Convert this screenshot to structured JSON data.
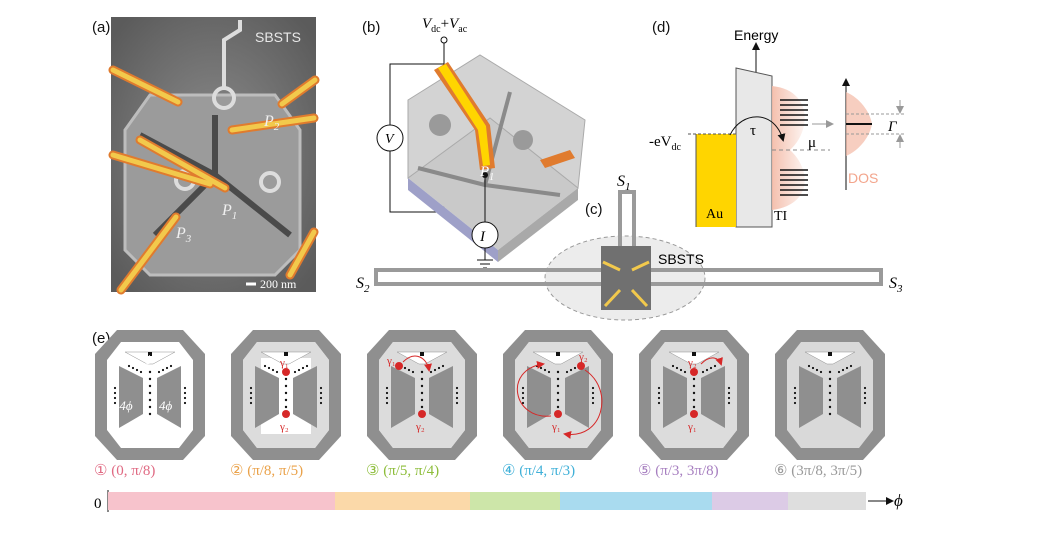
{
  "panels": {
    "a": {
      "label": "(a)",
      "tag": "SBSTS",
      "p1": "P",
      "p1_sub": "1",
      "p2": "P",
      "p2_sub": "2",
      "p3": "P",
      "p3_sub": "3",
      "scale": "200 nm"
    },
    "b": {
      "label": "(b)",
      "vdc": "V",
      "vdc_sub": "dc",
      "plus": "+",
      "vac": "V",
      "vac_sub": "ac",
      "voltmeter": "V",
      "ammeter": "I",
      "p1": "P",
      "p1_sub": "1"
    },
    "c": {
      "label": "(c)",
      "s1": "S",
      "s1_sub": "1",
      "s2": "S",
      "s2_sub": "2",
      "s3": "S",
      "s3_sub": "3",
      "tag": "SBSTS"
    },
    "d": {
      "label": "(d)",
      "energy": "Energy",
      "bias": "-eV",
      "bias_sub": "dc",
      "tau": "τ",
      "mu": "μ",
      "au": "Au",
      "ti": "TI",
      "gamma": "Γ",
      "dos": "DOS"
    },
    "e": {
      "label": "(e)",
      "phi_label": "ϕ",
      "minus4phi": "-4ϕ",
      "plus4phi": "4ϕ",
      "zero_label": "0",
      "gamma1": "γ₁",
      "gamma2": "γ₂",
      "ranges": [
        {
          "num": "①",
          "text": "(0, π/8)",
          "color": "#e06a83"
        },
        {
          "num": "②",
          "text": "(π/8, π/5)",
          "color": "#eaa24a"
        },
        {
          "num": "③",
          "text": "(π/5, π/4)",
          "color": "#8dbd3a"
        },
        {
          "num": "④",
          "text": "(π/4, π/3)",
          "color": "#3fb0d8"
        },
        {
          "num": "⑤",
          "text": "(π/3, 3π/8)",
          "color": "#a77fc0"
        },
        {
          "num": "⑥",
          "text": "(3π/8, 3π/5)",
          "color": "#9a9a9a"
        }
      ],
      "axis_zero": "0",
      "axis_phi": "ϕ"
    }
  },
  "colors": {
    "gold": "#f2c94c",
    "orange": "#e07b2e",
    "gray_dark": "#8a8a8a",
    "gray_light": "#d7d7d7",
    "red_dot": "#d62828",
    "au_yellow": "#ffd500",
    "dos_pink": "#f3b9a5",
    "bar": [
      "#f7c3cc",
      "#fbd9a9",
      "#cde6a9",
      "#a9dbef",
      "#dccbe6",
      "#dedede"
    ]
  }
}
